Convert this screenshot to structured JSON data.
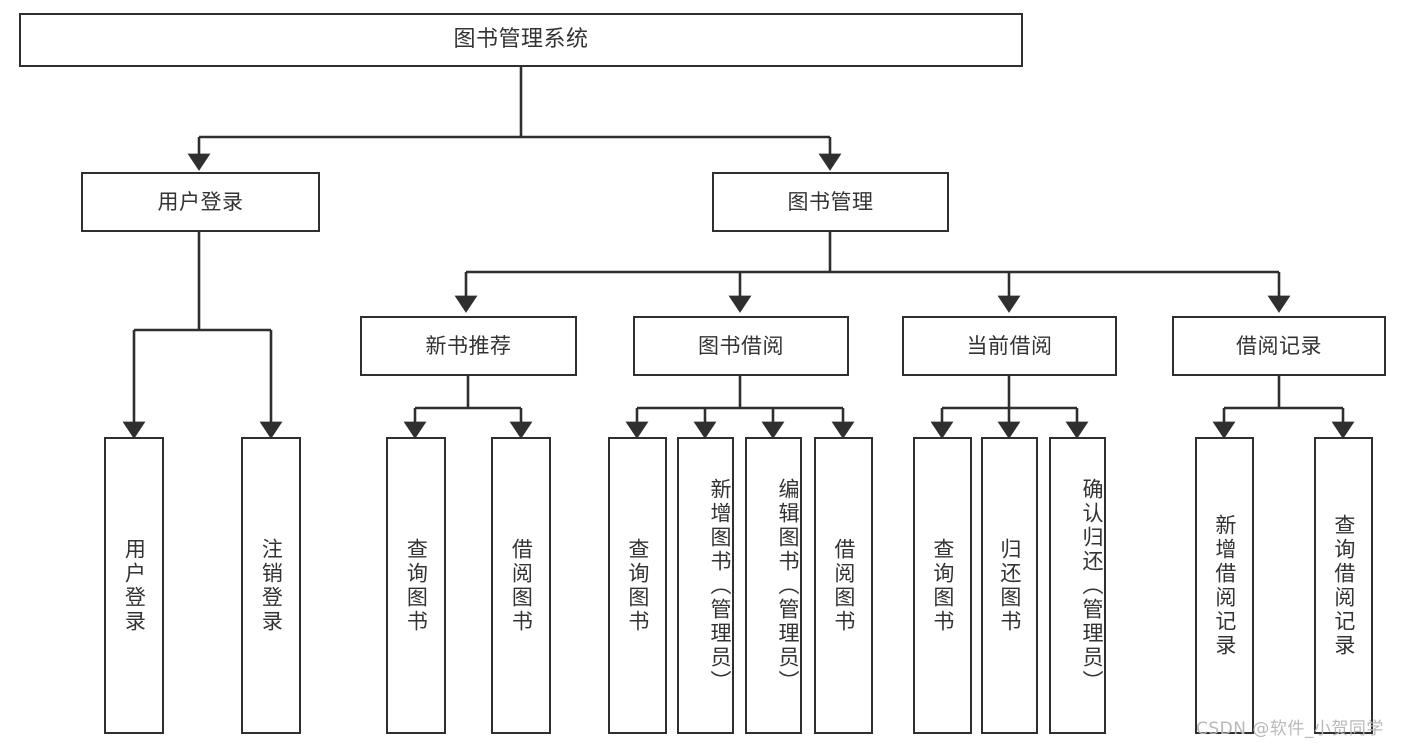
{
  "diagram": {
    "title": "图书管理系统",
    "type": "hierarchy-tree",
    "root": {
      "label": "图书管理系统"
    },
    "level2": [
      {
        "label": "用户登录"
      },
      {
        "label": "图书管理"
      }
    ],
    "level3": [
      {
        "label": "新书推荐"
      },
      {
        "label": "图书借阅"
      },
      {
        "label": "当前借阅"
      },
      {
        "label": "借阅记录"
      }
    ],
    "leaves": {
      "user_login": [
        {
          "label": "用户登录"
        },
        {
          "label": "注销登录"
        }
      ],
      "new_book_recommend": [
        {
          "label": "查询图书"
        },
        {
          "label": "借阅图书"
        }
      ],
      "book_borrow": [
        {
          "label": "查询图书"
        },
        {
          "label": "新增图书（管理员）"
        },
        {
          "label": "编辑图书（管理员）"
        },
        {
          "label": "借阅图书"
        }
      ],
      "current_borrow": [
        {
          "label": "查询图书"
        },
        {
          "label": "归还图书"
        },
        {
          "label": "确认归还（管理员）"
        }
      ],
      "borrow_record": [
        {
          "label": "新增借阅记录"
        },
        {
          "label": "查询借阅记录"
        }
      ]
    }
  },
  "watermark": {
    "text": "CSDN @软件_小贺同学"
  },
  "colors": {
    "stroke": "#2f2f2f",
    "text": "#333333",
    "background": "#ffffff",
    "watermark": "#b9b9b9"
  }
}
